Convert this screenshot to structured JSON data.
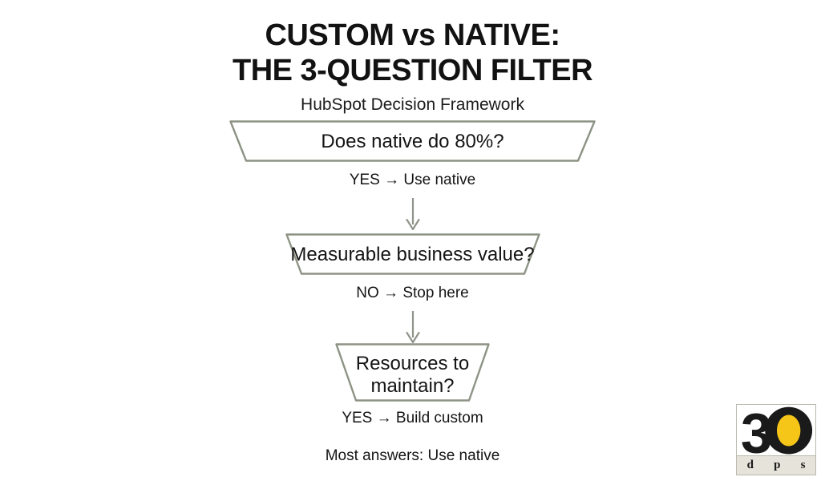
{
  "slide": {
    "background_color": "#ffffff",
    "text_color": "#141414",
    "accent_color": "#8d9384"
  },
  "title": {
    "line1": "CUSTOM vs NATIVE:",
    "line2": "THE 3-QUESTION FILTER",
    "subtitle": "HubSpot Decision Framework"
  },
  "diagram": {
    "type": "funnel-decision-flow",
    "stroke_color": "#8d9384",
    "fill_color": "#ffffff",
    "arrow_color": "#8f958a",
    "stages": [
      {
        "id": "stage-1",
        "label": "Does native do 80%?",
        "note": "YES → Use native",
        "top_width": 457,
        "bottom_width": 416,
        "height": 52
      },
      {
        "id": "stage-2",
        "label": "Measurable business value?",
        "note": "NO → Stop here",
        "top_width": 318,
        "bottom_width": 282,
        "height": 52
      },
      {
        "id": "stage-3",
        "label": "Resources to\nmaintain?",
        "note": "YES → Build custom",
        "top_width": 193,
        "bottom_width": 142,
        "height": 73
      }
    ]
  },
  "summary": {
    "text": "Most answers: Use native"
  },
  "logo": {
    "number": "30",
    "dot_color": "#f5c518",
    "mark_color": "#1a1a1a",
    "letters": [
      "d",
      "p",
      "s"
    ],
    "strip_color": "#e6e4da",
    "border_color": "#b9b9ad"
  }
}
